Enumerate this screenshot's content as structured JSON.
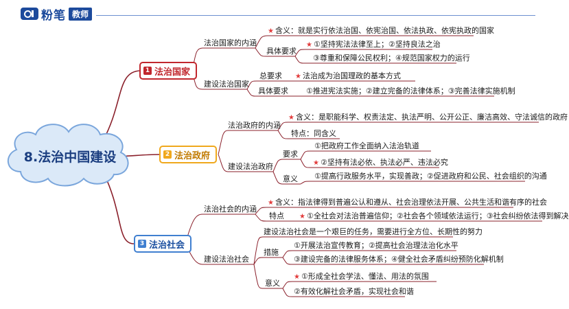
{
  "brand": {
    "text": "粉笔",
    "tag": "教师"
  },
  "center": {
    "title": "8.法治中国建设"
  },
  "colors": {
    "b1": "#c1272d",
    "b2": "#f0a81c",
    "b3": "#3f7fd0",
    "line": "#8a1f2a",
    "cloud_fill": "#dbe9f8",
    "cloud_stroke": "#7aa6dc"
  },
  "branches": [
    {
      "badge": "1",
      "label": "法治国家"
    },
    {
      "badge": "2",
      "label": "法治政府"
    },
    {
      "badge": "3",
      "label": "法治社会"
    }
  ],
  "b1": {
    "neihan": "法治国家的内涵",
    "hanyi": "含义：就是实行依法治国、依宪治国、依法执政、依宪执政的国家",
    "juti": "具体要求",
    "r1": "①坚持宪法法律至上；②坚持良法之治",
    "r2": "③尊重和保障公民权利；④规范国家权力的运行",
    "jianshe": "建设法治国家",
    "zong": "总要求",
    "zong_v": "法治成为治国理政的基本方式",
    "juti2": "具体要求",
    "r3": "①推进宪法实施；②建立完备的法律体系；③完善法律实施机制"
  },
  "b2": {
    "neihan": "法治政府的内涵",
    "hanyi": "含义：是职能科学、权责法定、执法严明、公开公正、廉洁高效、守法诚信的政府",
    "tedian": "特点：同含义",
    "jianshe": "建设法治政府",
    "yaoqiu": "要求",
    "q1": "①把政府工作全面纳入法治轨道",
    "q2": "②坚持有法必依、执法必严、违法必究",
    "yiyi": "意义",
    "y1": "①提高行政服务水平，实现善政；②促进政府和公民、社会组织的沟通"
  },
  "b3": {
    "neihan": "法治社会的内涵",
    "hanyi": "含义：指法律得到普遍公认和遵从、社会治理依法开展、公共生活和谐有序的社会",
    "tedian": "特点",
    "t1": "①全社会对法治普遍信仰；②社会各个领域依法运行；③社会纠纷依法得到解决",
    "jianshe": "建设法治社会",
    "intro": "建设法治社会是一个艰巨的任务，需要进行全方位、长期性的努力",
    "cuoshi": "措施",
    "c1": "①开展法治宣传教育；②提高社会治理法治化水平",
    "c2": "③建设完备的法律服务体系；④健全社会矛盾纠纷预防化解机制",
    "yiyi": "意义",
    "y1": "①形成全社会学法、懂法、用法的氛围",
    "y2": "②有效化解社会矛盾，实现社会和谐"
  }
}
